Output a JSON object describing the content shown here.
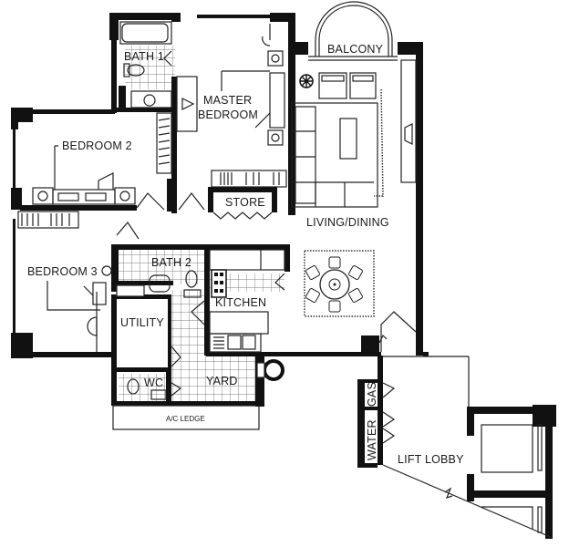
{
  "plan": {
    "type": "residential-floor-plan",
    "rooms": {
      "bath1": "BATH 1",
      "master_bedroom_line1": "MASTER",
      "master_bedroom_line2": "BEDROOM",
      "balcony": "BALCONY",
      "bedroom2": "BEDROOM 2",
      "store": "STORE",
      "living_dining": "LIVING/DINING",
      "bedroom3": "BEDROOM 3",
      "bath2": "BATH 2",
      "kitchen": "KITCHEN",
      "utility": "UTILITY",
      "wc": "WC",
      "yard": "YARD",
      "ac_ledge": "A/C LEDGE",
      "gas": "GAS",
      "water": "WATER",
      "lift_lobby": "LIFT LOBBY"
    },
    "colors": {
      "wall": "#111111",
      "line": "#222222",
      "background": "#ffffff"
    }
  }
}
